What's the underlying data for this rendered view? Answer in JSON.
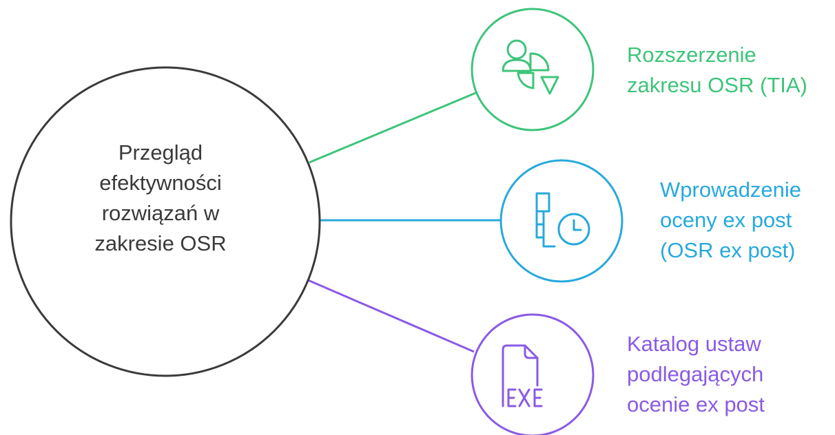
{
  "center": {
    "lines": [
      "Przegląd",
      "efektywności",
      "rozwiązań w",
      "zakresie OSR"
    ],
    "color": "#3a3a3a"
  },
  "branches": [
    {
      "lines": [
        "Rozszerzenie",
        "zakresu OSR (TIA)"
      ],
      "color": "#3ec47a",
      "icon": "user-chart-icon"
    },
    {
      "lines": [
        "Wprowadzenie",
        "oceny ex post",
        "(OSR ex post)"
      ],
      "color": "#27a9dc",
      "icon": "timeline-clock-icon"
    },
    {
      "lines": [
        "Katalog ustaw",
        "podlegających",
        "ocenie ex post"
      ],
      "color": "#8a5ae6",
      "icon": "exe-file-icon"
    }
  ]
}
